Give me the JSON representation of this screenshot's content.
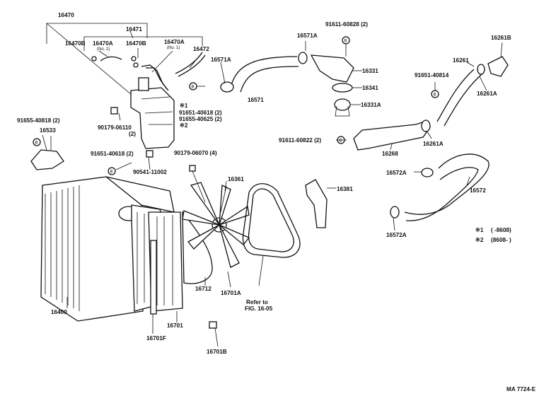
{
  "parts": {
    "p16470": "16470",
    "p16471": "16471",
    "p16470B_a": "16470B",
    "p16470A_a": "16470A",
    "p16470A_a_sub": "(No. 2)",
    "p16470B_b": "16470B",
    "p16470A_b": "16470A",
    "p16470A_b_sub": "(No. 1)",
    "p16472": "16472",
    "p16571A_a": "16571A",
    "p16571A_b": "16571A",
    "p16571": "16571",
    "p91611_60828": "91611-60828 (2)",
    "p16331": "16331",
    "p16341": "16341",
    "p16331A": "16331A",
    "p16261B": "16261B",
    "p16261": "16261",
    "p16261A_a": "16261A",
    "p91651_40814": "91651-40814",
    "p91651_40618_a": "91651-40618 (2)",
    "p91655_40625": "91655-40625 (2)",
    "mark1_a": "※1",
    "mark2_a": "※2",
    "p90179_06110": "90179-06110",
    "p90179_06110_qty": "(2)",
    "p91655_40818": "91655-40818 (2)",
    "p16533": "16533",
    "p91651_40618_b": "91651-40618 (2)",
    "p90541_11002": "90541-11002",
    "p90179_06070": "90179-06070 (4)",
    "p16361": "16361",
    "p16381": "16381",
    "p91611_60822": "91611-60822 (2)",
    "p16268": "16268",
    "p16261A_b": "16261A",
    "p16572A_a": "16572A",
    "p16572": "16572",
    "p16572A_b": "16572A",
    "p16400": "16400",
    "p16712": "16712",
    "p16701A": "16701A",
    "p16701": "16701",
    "p16701F": "16701F",
    "p16701B": "16701B",
    "refer_to": "Refer to",
    "fig_ref": "FIG. 16-05"
  },
  "legend": {
    "mark1": "※1",
    "range1": "(        -8608)",
    "mark2": "※2",
    "range2": "(8608-        )"
  },
  "footer": {
    "code": "MA 7724-E"
  },
  "markers": {
    "bolt_letter": "B"
  }
}
